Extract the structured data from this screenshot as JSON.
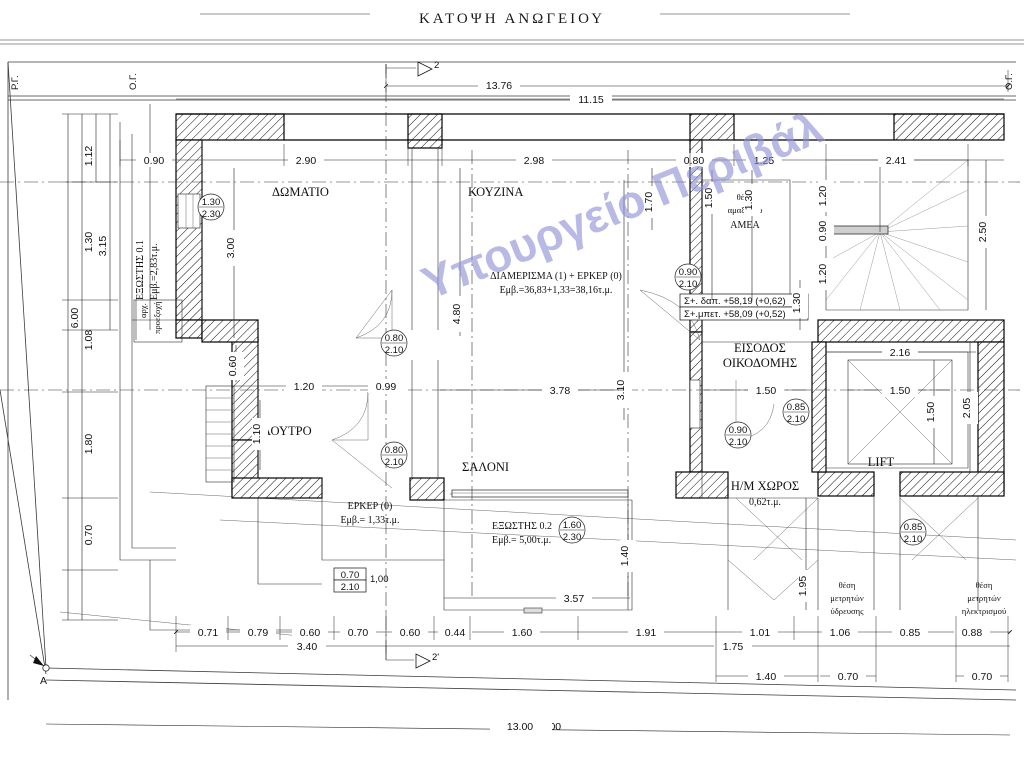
{
  "drawing": {
    "title": "ΚΑΤΟΨΗ ΑΝΩΓΕΙΟΥ",
    "watermark": "Υπουργείο Περιβάλ",
    "point_label": "A",
    "section_marks": [
      "2",
      "2'"
    ],
    "boundary_labels": {
      "left_top": "Ρ.Γ.",
      "inner_top": "Ο.Γ."
    },
    "site_dim_bottom": "13.00"
  },
  "rooms": [
    {
      "name": "ΔΩΜΑΤΙΟ"
    },
    {
      "name": "ΚΟΥΖΙΝΑ"
    },
    {
      "name": "ΛΟΥΤΡΟ"
    },
    {
      "name": "ΣΑΛΟΝΙ"
    },
    {
      "name": "LIFT"
    }
  ],
  "labels": {
    "apartment_line1": "ΔΙΑΜΕΡΙΣΜΑ (1) + ΕΡΚΕΡ (0)",
    "apartment_line2": "Εμβ.=36,83+1,33=38,16τ.μ.",
    "erker_line1": "ΕΡΚΕΡ (0)",
    "erker_line2": "Εμβ.= 1,33τ.μ.",
    "exostis02_line1": "ΕΞΩΣΤΗΣ 0.2",
    "exostis02_line2": "Εμβ.= 5,00τ.μ.",
    "exostis01_line1": "ΕΞΩΣΤΗΣ 0.1",
    "exostis01_line2": "Εμβ.=2,83τ.μ.",
    "arch_projection_line1": "αρχ.",
    "arch_projection_line2": "προεξοχή",
    "entrance_line1": "ΕΙΣΟΔΟΣ",
    "entrance_line2": "ΟΙΚΟΔΟΜΗΣ",
    "amea_line1": "θέση",
    "amea_line2": "αμαξιδίου",
    "amea_line3": "ΑΜΕΑ",
    "hm_line1": "Η/Μ ΧΩΡΟΣ",
    "hm_line2": "0,62τ.μ.",
    "water_meters_line1": "θέση",
    "water_meters_line2": "μετρητών",
    "water_meters_line3": "ύδρευσης",
    "electric_meters_line1": "θέση",
    "electric_meters_line2": "μετρητών",
    "electric_meters_line3": "ηλεκτρισμού",
    "level_floor": "Σ+. δαπ. +58,19 (+0,62)",
    "level_concrete": "Σ+.μπετ. +58,09 (+0,52)"
  },
  "openings": [
    {
      "width": "1.30",
      "height": "2.30"
    },
    {
      "width": "0.80",
      "height": "2.10"
    },
    {
      "width": "0.80",
      "height": "2.10"
    },
    {
      "width": "0.90",
      "height": "2.10"
    },
    {
      "width": "0.90",
      "height": "2.10"
    },
    {
      "width": "0.85",
      "height": "2.10"
    },
    {
      "width": "0.85",
      "height": "2.10"
    },
    {
      "width": "1.60",
      "height": "2.30"
    },
    {
      "width": "0.70",
      "height": "2.10",
      "extra": "1,00"
    }
  ],
  "dimensions": {
    "top_overall": [
      "13.76",
      "11.15"
    ],
    "top_chain": [
      "0.90",
      "2.90",
      "2.98",
      "0.80",
      "1.25",
      "2.41"
    ],
    "left_chain": [
      "1.12",
      "1.30",
      "3.15",
      "1.08",
      "6.00",
      "1.80",
      "0.70"
    ],
    "interior_vertical": [
      "3.00",
      "4.80",
      "3.10",
      "1.70",
      "1.50",
      "1.30",
      "1.20",
      "1.20",
      "0.90",
      "2.50",
      "2.05",
      "1.50",
      "1.40",
      "1.95",
      "1.10",
      "0.60",
      "1.30"
    ],
    "interior_horizontal": [
      "1.20",
      "0.99",
      "3.78",
      "1.50",
      "2.16",
      "1.50",
      "3.57"
    ],
    "bottom_chain": [
      "0.71",
      "0.79",
      "0.60",
      "0.70",
      "0.60",
      "0.44",
      "1.60",
      "1.91",
      "1.01",
      "1.06",
      "0.85",
      "0.88"
    ],
    "bottom_overall": [
      "3.40",
      "1.75"
    ],
    "bottom_sub": [
      "1.40",
      "0.70",
      "0.70"
    ]
  }
}
